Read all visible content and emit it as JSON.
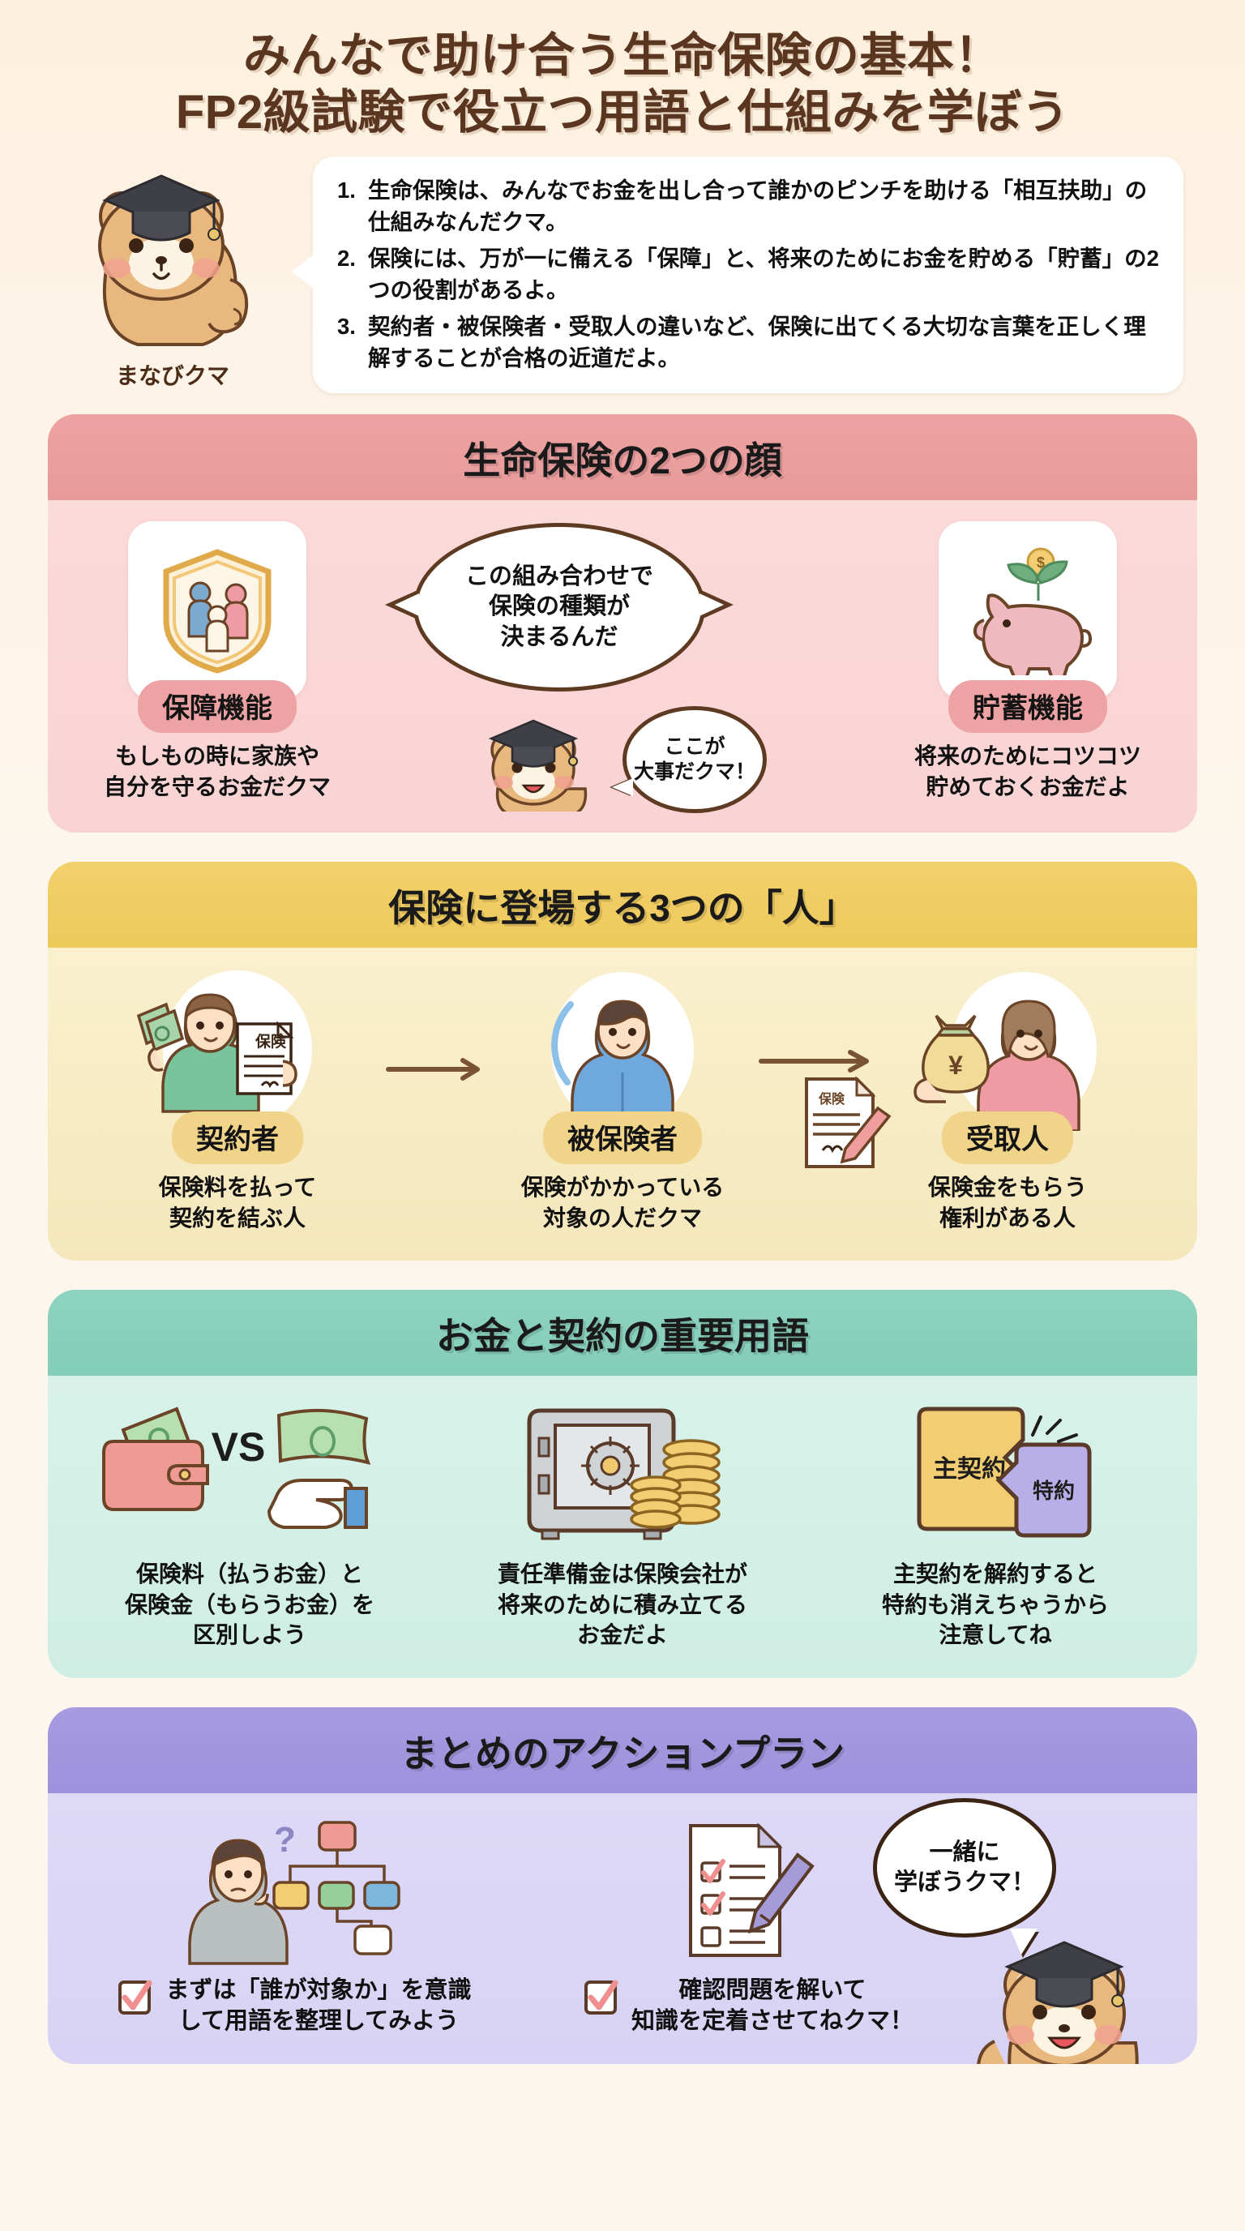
{
  "title": {
    "line1": "みんなで助け合う生命保険の基本！",
    "line2": "FP2級試験で役立つ用語と仕組みを学ぼう"
  },
  "mascot": {
    "name": "まなびクマ"
  },
  "intro": {
    "points": [
      "生命保険は、みんなでお金を出し合って誰かのピンチを助ける「相互扶助」の仕組みなんだクマ。",
      "保険には、万が一に備える「保障」と、将来のためにお金を貯める「貯蓄」の2つの役割があるよ。",
      "契約者・被保険者・受取人の違いなど、保険に出てくる大切な言葉を正しく理解することが合格の近道だよ。"
    ]
  },
  "section_pink": {
    "heading": "生命保険の2つの顔",
    "left": {
      "icon": "shield-family-icon",
      "label": "保障機能",
      "desc": "もしもの時に家族や\n自分を守るお金だクマ"
    },
    "right": {
      "icon": "piggy-bank-icon",
      "label": "貯蓄機能",
      "desc": "将来のためにコツコツ\n貯めておくお金だよ"
    },
    "bubble_big": "この組み合わせで\n保険の種類が\n決まるんだ",
    "bubble_small": "ここが\n大事だクマ！"
  },
  "section_yellow": {
    "heading": "保険に登場する3つの「人」",
    "items": [
      {
        "icon": "person-money-contract-icon",
        "label": "契約者",
        "desc": "保険料を払って\n契約を結ぶ人"
      },
      {
        "icon": "person-insured-icon",
        "label": "被保険者",
        "desc": "保険がかかっている\n対象の人だクマ"
      },
      {
        "icon": "person-moneybag-icon",
        "label": "受取人",
        "desc": "保険金をもらう\n権利がある人"
      }
    ],
    "contract_doc_label": "保険"
  },
  "section_green": {
    "heading": "お金と契約の重要用語",
    "items": [
      {
        "icon": "wallet-vs-hand-icon",
        "vs": "VS",
        "desc": "保険料（払うお金）と\n保険金（もらうお金）を\n区別しよう"
      },
      {
        "icon": "safe-coins-icon",
        "desc": "責任準備金は保険会社が\n将来のために積み立てる\nお金だよ"
      },
      {
        "icon": "main-contract-rider-icon",
        "tag_main": "主契約",
        "tag_rider": "特約",
        "desc": "主契約を解約すると\n特約も消えちゃうから\n注意してね"
      }
    ]
  },
  "section_purple": {
    "heading": "まとめのアクションプラン",
    "items": [
      {
        "icon": "thinking-person-chart-icon",
        "check": "check-icon",
        "desc": "まずは「誰が対象か」を意識\nして用語を整理してみよう"
      },
      {
        "icon": "checklist-pen-icon",
        "check": "check-icon",
        "desc": "確認問題を解いて\n知識を定着させてねクマ！"
      }
    ],
    "bubble": "一緒に\n学ぼうクマ！"
  },
  "colors": {
    "bg": "#fdf4e3",
    "title_brown": "#5a3620",
    "pink_head": "#eda3a3",
    "pink_body": "#fbd9d9",
    "yellow_head": "#f2d06a",
    "yellow_body": "#f8ecc4",
    "green_head": "#8ed3c0",
    "green_body": "#d4f0e6",
    "purple_head": "#a69ae0",
    "purple_body": "#ddd8f5",
    "check_red": "#ef8f8f"
  }
}
